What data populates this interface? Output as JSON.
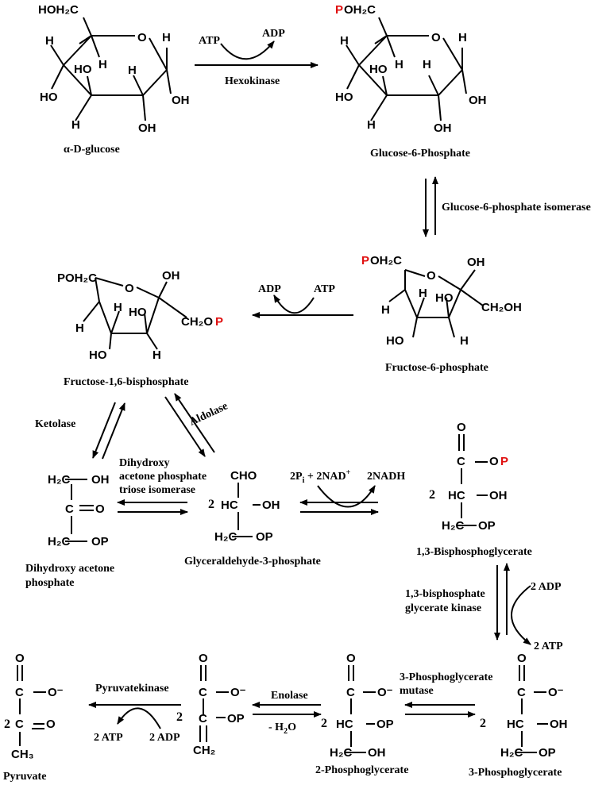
{
  "compounds": {
    "glucose": "α-D-glucose",
    "g6p": "Glucose-6-Phosphate",
    "f6p": "Fructose-6-phosphate",
    "f16bp": "Fructose-1,6-bisphosphate",
    "dhap": [
      "Dihydroxy acetone",
      "phosphate"
    ],
    "g3p": "Glyceraldehyde-3-phosphate",
    "bpg13": "1,3-Bisphosphoglycerate",
    "pg3": "3-Phosphoglycerate",
    "pg2": "2-Phosphoglycerate",
    "pyruvate": "Pyruvate"
  },
  "enzymes": {
    "hexokinase": "Hexokinase",
    "g6p_isomerase": "Glucose-6-phosphate isomerase",
    "ketolase": "Ketolase",
    "aldolase": "Aldolase",
    "triose_isomerase": [
      "Dihydroxy",
      "acetone phosphate",
      "triose isomerase"
    ],
    "bpg_kinase": [
      "1,3-bisphosphate",
      "glycerate kinase"
    ],
    "pg_mutase": [
      "3-Phosphoglycerate",
      "mutase"
    ],
    "enolase": "Enolase",
    "pyruvate_kinase": "Pyruvatekinase"
  },
  "cofactors": {
    "atp": "ATP",
    "adp": "ADP",
    "two_adp": "2 ADP",
    "two_atp": "2 ATP",
    "two_nadh": "2NADH",
    "two_pi": "2P",
    "pi_sub": "i",
    "plus_nad": " + 2NAD",
    "plus_sup": "+",
    "minus_water": "- H",
    "water_sub": "2",
    "water_o": "O"
  },
  "atoms": {
    "H": "H",
    "OH": "OH",
    "HO": "HO",
    "O": "O",
    "P": "P",
    "OP": "OP",
    "HOH2C": "HOH₂C",
    "OH2C": "OH₂C",
    "POH2C": "POH₂C",
    "CH2OH": "CH₂OH",
    "CH2O": "CH₂O",
    "H2C": "H₂C",
    "CH2": "CH₂",
    "CH3": "CH₃",
    "C": "C",
    "CHO": "CHO",
    "HC": "HC",
    "Ominus": "O⁻",
    "two": "2"
  },
  "colors": {
    "phosphate_highlight": "#e01010",
    "ink": "#000000"
  }
}
